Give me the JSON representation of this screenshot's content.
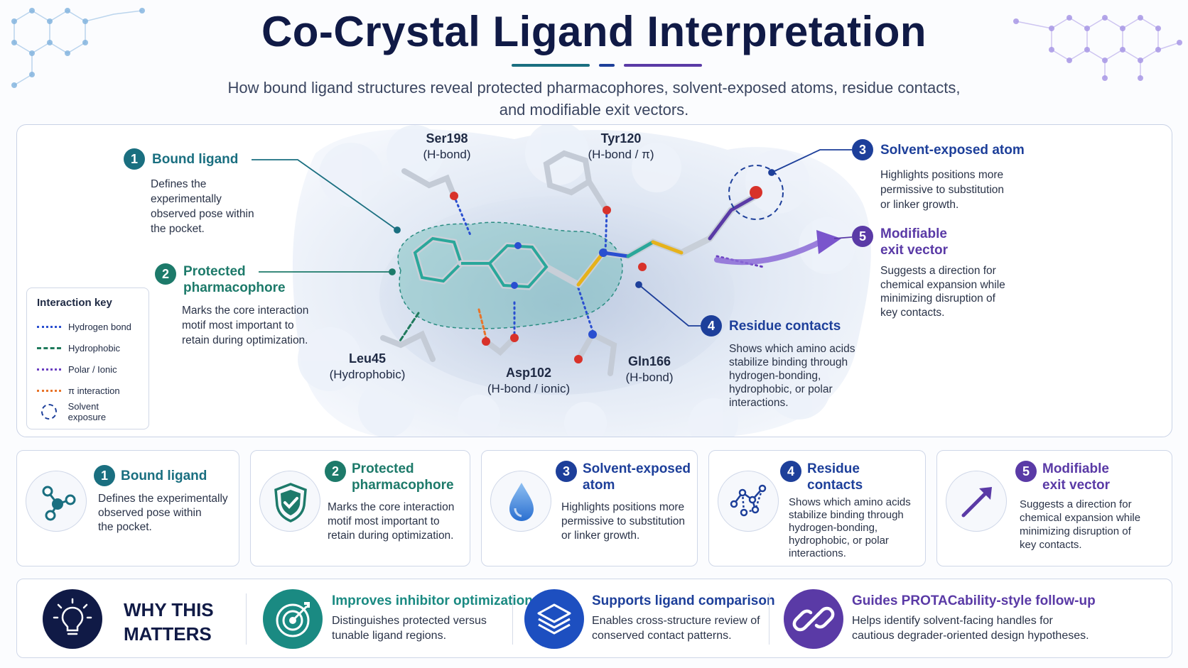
{
  "title": "Co-Crystal Ligand Interpretation",
  "subtitle_line1": "How bound ligand structures reveal protected pharmacophores, solvent-exposed atoms, residue contacts,",
  "subtitle_line2": "and modifiable exit vectors.",
  "colors": {
    "teal": "#1a6f80",
    "green": "#1d7a6a",
    "navy": "#1d3f9a",
    "violet": "#5a3aa6",
    "hbond": "#2a4fd0",
    "hydrophobic": "#1f7a5c",
    "polar": "#6a3fc0",
    "pi": "#e8742a"
  },
  "annotations": [
    {
      "num": "1",
      "title": "Bound ligand",
      "text": [
        "Defines the experimentally",
        "observed pose within",
        "the pocket."
      ]
    },
    {
      "num": "2",
      "title": [
        "Protected",
        "pharmacophore"
      ],
      "text": [
        "Marks the core interaction",
        "motif most important to",
        "retain during optimization."
      ]
    },
    {
      "num": "3",
      "title": "Solvent-exposed atom",
      "text": [
        "Highlights positions more",
        "permissive to substitution",
        "or linker growth."
      ]
    },
    {
      "num": "4",
      "title": "Residue contacts",
      "text": [
        "Shows which amino acids",
        "stabilize binding through",
        "hydrogen-bonding,",
        "hydrophobic, or polar",
        "interactions."
      ]
    },
    {
      "num": "5",
      "title": [
        "Modifiable",
        "exit vector"
      ],
      "text": [
        "Suggests a direction for",
        "chemical expansion while",
        "minimizing disruption of",
        "key contacts."
      ]
    }
  ],
  "residues": [
    {
      "name": "Ser198",
      "role": "(H-bond)"
    },
    {
      "name": "Tyr120",
      "role": "(H-bond / π)"
    },
    {
      "name": "Leu45",
      "role": "(Hydrophobic)"
    },
    {
      "name": "Asp102",
      "role": "(H-bond / ionic)"
    },
    {
      "name": "Gln166",
      "role": "(H-bond)"
    }
  ],
  "key": {
    "title": "Interaction key",
    "items": [
      "Hydrogen bond",
      "Hydrophobic",
      "Polar / Ionic",
      "π interaction",
      "Solvent exposure"
    ]
  },
  "cards": [
    {
      "num": "1",
      "title": "Bound ligand",
      "text": [
        "Defines the experimentally",
        "observed pose within",
        "the pocket."
      ],
      "icon": "molecule-icon"
    },
    {
      "num": "2",
      "title": [
        "Protected",
        "pharmacophore"
      ],
      "text": [
        "Marks the core interaction",
        "motif most important to",
        "retain during optimization."
      ],
      "icon": "shield-check-icon"
    },
    {
      "num": "3",
      "title": [
        "Solvent-exposed",
        "atom"
      ],
      "text": [
        "Highlights positions more",
        "permissive to substitution",
        "or linker growth."
      ],
      "icon": "droplet-icon"
    },
    {
      "num": "4",
      "title": [
        "Residue",
        "contacts"
      ],
      "text": [
        "Shows which amino acids",
        "stabilize binding through",
        "hydrogen-bonding,",
        "hydrophobic, or polar",
        "interactions."
      ],
      "icon": "network-icon"
    },
    {
      "num": "5",
      "title": [
        "Modifiable",
        "exit vector"
      ],
      "text": [
        "Suggests a direction for",
        "chemical expansion while",
        "minimizing disruption of",
        "key contacts."
      ],
      "icon": "arrow-up-right-icon"
    }
  ],
  "why": {
    "title_line1": "WHY THIS",
    "title_line2": "MATTERS",
    "items": [
      {
        "title": "Improves inhibitor optimization",
        "text": [
          "Distinguishes protected versus",
          "tunable ligand regions."
        ],
        "icon": "target-icon"
      },
      {
        "title": "Supports ligand comparison",
        "text": [
          "Enables cross-structure review of",
          "conserved contact patterns."
        ],
        "icon": "layers-icon"
      },
      {
        "title": "Guides PROTACability-style follow-up",
        "text": [
          "Helps identify solvent-facing handles for",
          "cautious degrader-oriented design hypotheses."
        ],
        "icon": "link-icon"
      }
    ]
  }
}
